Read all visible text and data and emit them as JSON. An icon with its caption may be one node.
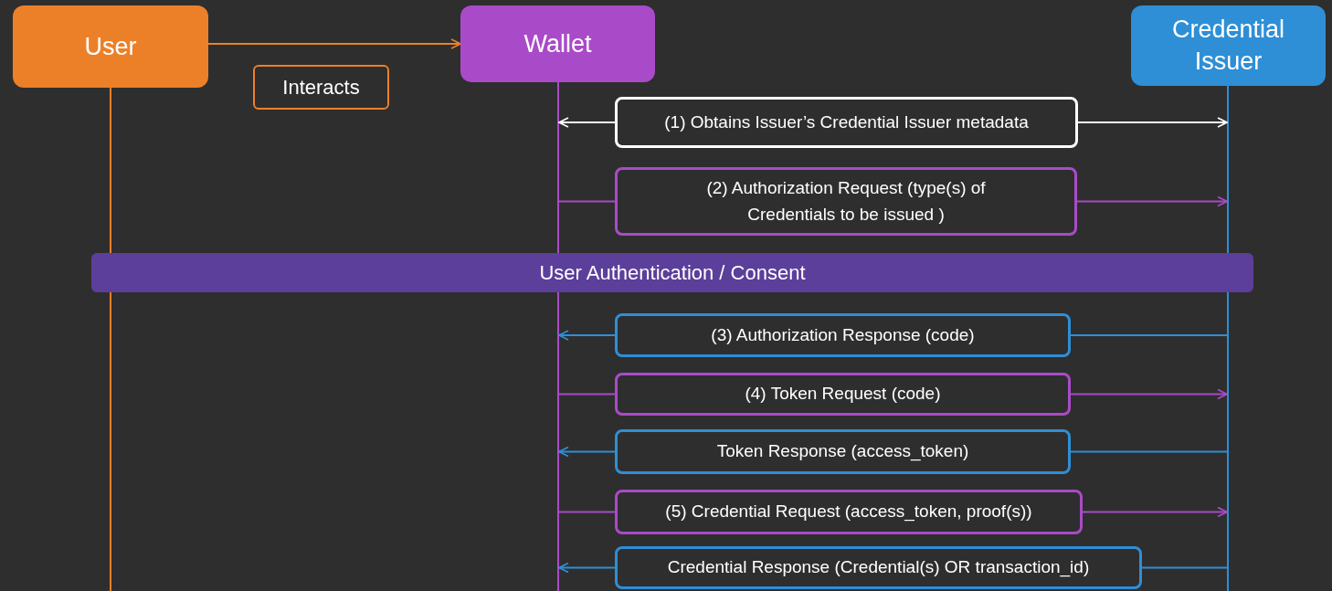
{
  "diagram": {
    "nodes": [
      {
        "text": [
          "User"
        ]
      },
      {
        "text": [
          "Wallet"
        ]
      },
      {
        "text": [
          "Credential Issuer"
        ]
      },
      {
        "text": [
          "Interacts"
        ]
      },
      {
        "text": [],
        "shape": "line"
      },
      {
        "text": [],
        "shape": "line"
      },
      {
        "text": [],
        "shape": "line"
      },
      {
        "text": [
          "(1) Obtains Issuer’s Credential Issuer metadata"
        ]
      },
      {
        "text": [
          "(2) Authorization Request (type(s) of Credentials to be issued )"
        ]
      },
      {
        "text": [
          "User Authentication / Consent"
        ]
      },
      {
        "text": [
          "(3) Authorization Response (code)"
        ]
      },
      {
        "text": [
          "(4) Token Request (code)"
        ]
      },
      {
        "text": [
          "Token Response (access_token)"
        ]
      },
      {
        "text": [
          "(5) Credential Request (access_token, proof(s))"
        ]
      },
      {
        "text": [
          "Credential Response (Credential(s) OR transaction_id)"
        ]
      }
    ],
    "edges": [
      {
        "from": 0,
        "to": 1,
        "arrow": "to",
        "color": "#e8822a"
      },
      {
        "from": 7,
        "to": 5,
        "arrow": "to",
        "color": "#ffffff"
      },
      {
        "from": 7,
        "to": 6,
        "arrow": "to",
        "color": "#ffffff"
      },
      {
        "from": 5,
        "to": 8,
        "arrow": "none",
        "color": "#a64bc6"
      },
      {
        "from": 8,
        "to": 6,
        "arrow": "to",
        "color": "#a64bc6"
      },
      {
        "from": 6,
        "to": 10,
        "arrow": "none",
        "color": "#2e8fd6"
      },
      {
        "from": 10,
        "to": 5,
        "arrow": "to",
        "color": "#2e8fd6"
      },
      {
        "from": 5,
        "to": 11,
        "arrow": "none",
        "color": "#a64bc6"
      },
      {
        "from": 11,
        "to": 6,
        "arrow": "to",
        "color": "#a64bc6"
      },
      {
        "from": 6,
        "to": 12,
        "arrow": "none",
        "color": "#2e8fd6"
      },
      {
        "from": 12,
        "to": 5,
        "arrow": "to",
        "color": "#2e8fd6"
      },
      {
        "from": 5,
        "to": 13,
        "arrow": "none",
        "color": "#a64bc6"
      },
      {
        "from": 13,
        "to": 6,
        "arrow": "to",
        "color": "#a64bc6"
      },
      {
        "from": 6,
        "to": 14,
        "arrow": "none",
        "color": "#2e8fd6"
      },
      {
        "from": 14,
        "to": 5,
        "arrow": "to",
        "color": "#2e8fd6"
      }
    ]
  }
}
